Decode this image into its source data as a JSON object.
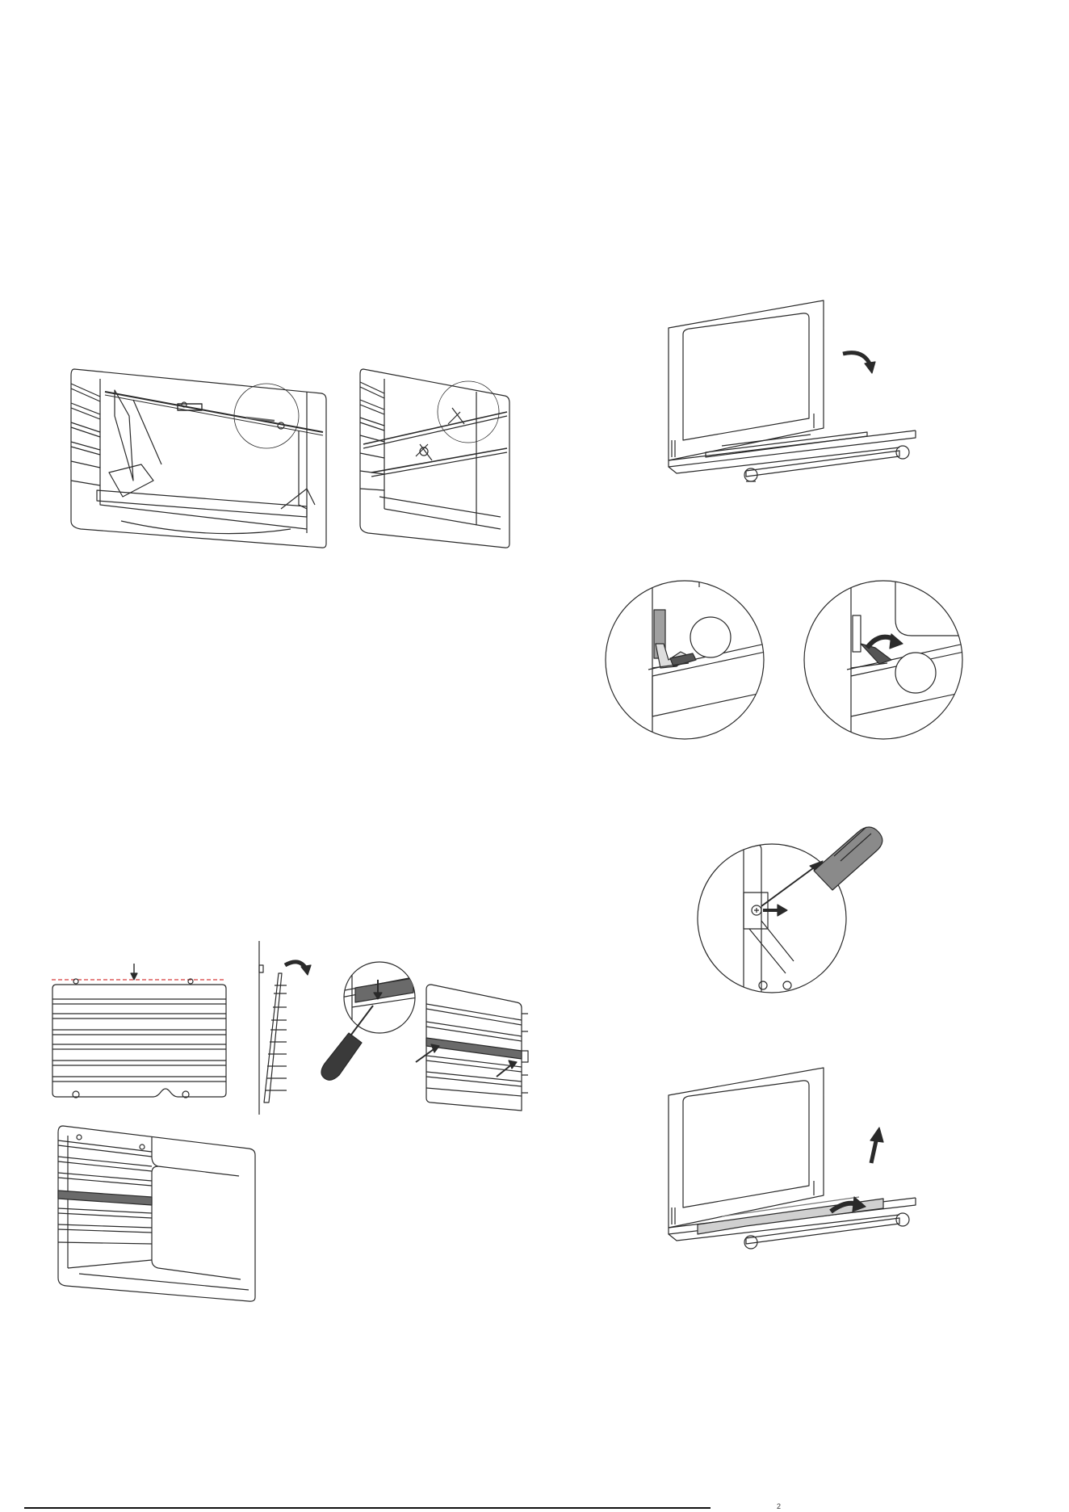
{
  "page": {
    "footer_mark": "2"
  },
  "colors": {
    "line": "#2a2a2a",
    "dark_fill": "#3a3a3a",
    "grey_fill": "#d0d0d0",
    "mid_grey": "#8a8a8a",
    "guide_red": "#d83a3a"
  },
  "figures": [
    {
      "id": "rotisserie-oven",
      "icon": "rotisserie-in-oven-illustration"
    },
    {
      "id": "rotisserie-rod-closeup",
      "icon": "rotisserie-rod-illustration"
    },
    {
      "id": "door-open",
      "icon": "oven-door-open-illustration"
    },
    {
      "id": "hinge-lock-closed",
      "icon": "hinge-detail-illustration"
    },
    {
      "id": "hinge-lock-open",
      "icon": "hinge-detail-rotated-illustration"
    },
    {
      "id": "screw-removal",
      "icon": "screwdriver-hinge-illustration"
    },
    {
      "id": "door-glass-lift",
      "icon": "door-glass-removal-illustration"
    },
    {
      "id": "side-rack-front",
      "icon": "side-rack-front-illustration"
    },
    {
      "id": "side-rack-profile",
      "icon": "side-rack-side-view-illustration"
    },
    {
      "id": "rail-screwdriver",
      "icon": "rail-screwdriver-detail-illustration"
    },
    {
      "id": "side-rack-with-rail",
      "icon": "side-rack-telescopic-illustration"
    },
    {
      "id": "oven-with-rails",
      "icon": "oven-interior-rails-illustration"
    }
  ]
}
